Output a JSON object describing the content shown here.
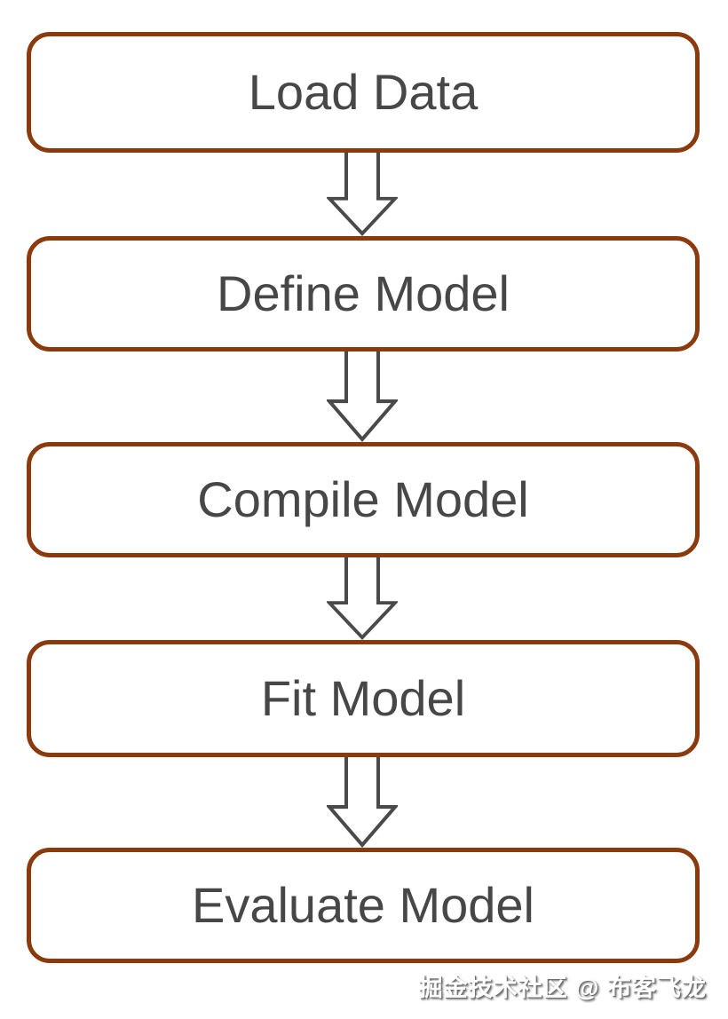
{
  "diagram": {
    "type": "flowchart",
    "direction": "top-down",
    "steps": [
      {
        "label": "Load Data"
      },
      {
        "label": "Define Model"
      },
      {
        "label": "Compile Model"
      },
      {
        "label": "Fit Model"
      },
      {
        "label": "Evaluate Model"
      }
    ],
    "connector_icon": "down-block-arrow-icon",
    "connector_count": 4
  },
  "watermark": {
    "text": "掘金技术社区 @ 布客飞龙"
  },
  "colors": {
    "box_border": "#8B3A0E",
    "box_fill": "#FFFFFF",
    "label_text": "#474747",
    "arrow_stroke": "#4A4A4A",
    "arrow_fill": "#FFFFFF",
    "watermark_text": "#FFFFFF",
    "watermark_shadow": "#6E6E6E",
    "background": "#FFFFFF"
  }
}
